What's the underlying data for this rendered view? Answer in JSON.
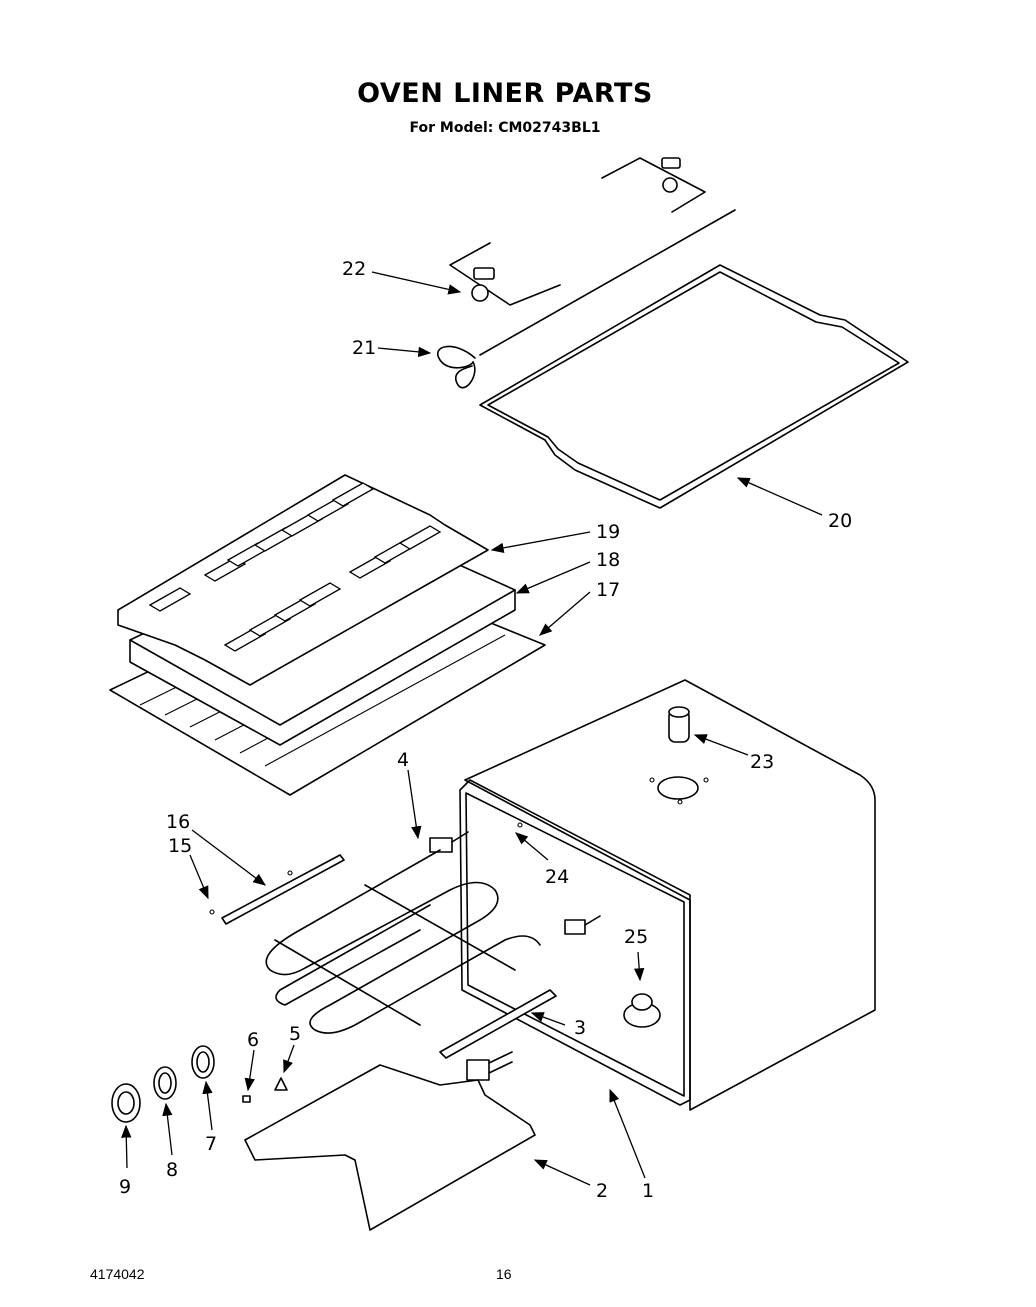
{
  "title": "OVEN LINER PARTS",
  "subtitle": "For Model: CM02743BL1",
  "footer": {
    "doc_number": "4174042",
    "page_number": "16"
  },
  "callouts": [
    "1",
    "2",
    "3",
    "4",
    "5",
    "6",
    "7",
    "8",
    "9",
    "15",
    "16",
    "17",
    "18",
    "19",
    "20",
    "21",
    "22",
    "23",
    "24",
    "25"
  ]
}
